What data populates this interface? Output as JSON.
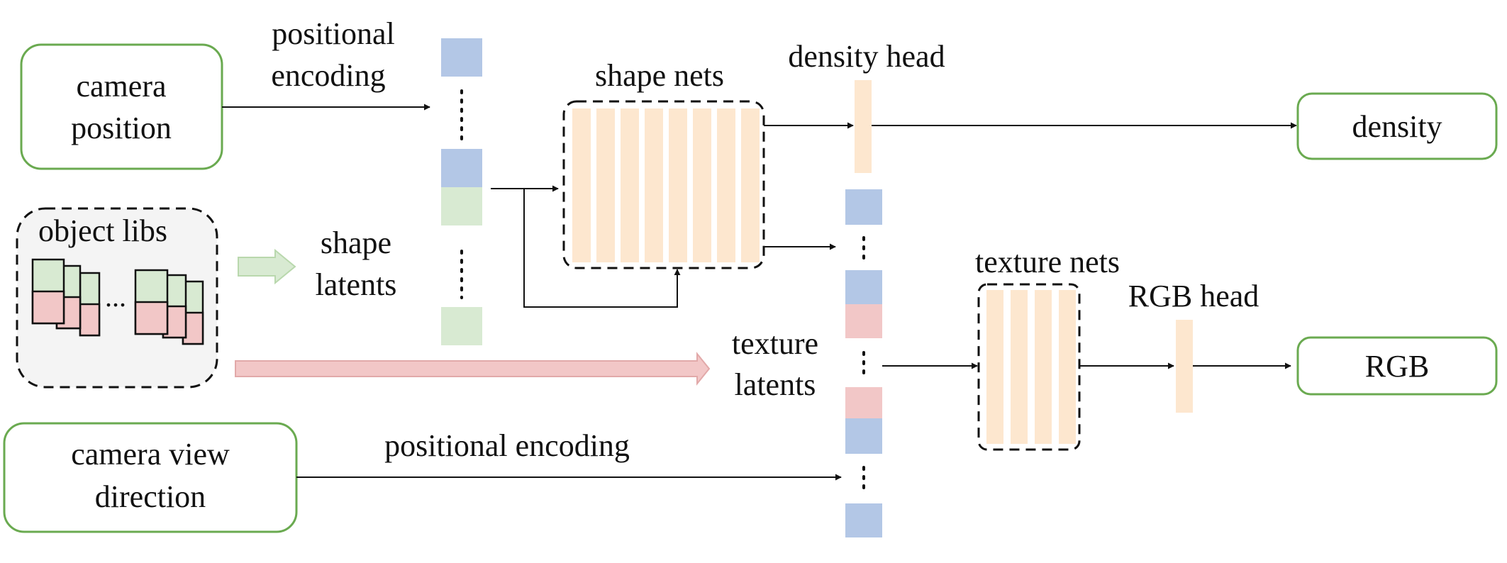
{
  "nodes": {
    "camera_position": [
      "camera",
      "position"
    ],
    "object_libs": "object libs",
    "object_libs_ellipsis": "...",
    "camera_view_direction": [
      "camera view",
      "direction"
    ],
    "density": "density",
    "rgb": "RGB"
  },
  "labels": {
    "positional_encoding_top": [
      "positional",
      "encoding"
    ],
    "shape_latents": [
      "shape",
      "latents"
    ],
    "texture_latents": [
      "texture",
      "latents"
    ],
    "positional_encoding_bottom": "positional encoding",
    "shape_nets": "shape nets",
    "density_head": "density head",
    "texture_nets": "texture nets",
    "rgb_head": "RGB head"
  },
  "colors": {
    "node_border": "#6aaa50",
    "blue_block": "#b3c7e6",
    "green_block": "#d8ead2",
    "red_block": "#f2c7c7",
    "peach_bar": "#fde7cf",
    "libs_bg": "#f4f4f4",
    "arrow": "#111111"
  }
}
